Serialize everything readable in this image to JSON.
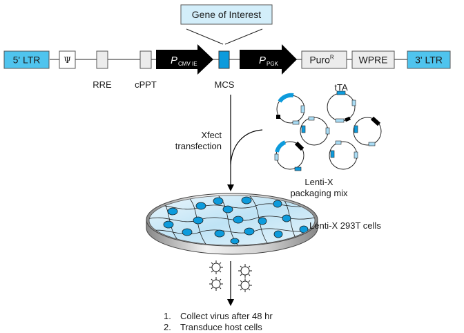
{
  "colors": {
    "ltr_blue": "#4fc4ee",
    "mcs_blue": "#0d9bdc",
    "gene_box": "#d3eefa",
    "element_gray": "#ececec",
    "promoter_black": "#000000",
    "backbone": "#6d6d6d",
    "light_blue_segment": "#a9dcf4",
    "dish_fill": "#d8eef8"
  },
  "gene_of_interest": {
    "label": "Gene of Interest"
  },
  "vector": {
    "elements": [
      {
        "id": "ltr5",
        "label": "5' LTR",
        "type": "box"
      },
      {
        "id": "psi",
        "label": "Ψ",
        "type": "box"
      },
      {
        "id": "rre",
        "label": "RRE",
        "type": "box"
      },
      {
        "id": "cppt",
        "label": "cPPT",
        "type": "box"
      },
      {
        "id": "pcmv",
        "label": "P",
        "sub": "CMV IE",
        "type": "promoter-arrow"
      },
      {
        "id": "mcs",
        "label": "MCS",
        "type": "box"
      },
      {
        "id": "ppgk",
        "label": "P",
        "sub": "PGK",
        "type": "promoter-arrow"
      },
      {
        "id": "puro",
        "label": "Puro",
        "sup": "R",
        "type": "box"
      },
      {
        "id": "wpre",
        "label": "WPRE",
        "type": "box"
      },
      {
        "id": "ltr3",
        "label": "3' LTR",
        "type": "box"
      }
    ]
  },
  "labels": {
    "rre": "RRE",
    "cppt": "cPPT",
    "mcs": "MCS",
    "transfection_line1": "Xfect",
    "transfection_line2": "transfection",
    "tta": "tTA",
    "packaging_line1": "Lenti-X",
    "packaging_line2": "packaging mix",
    "cells": "Lenti-X 293T cells"
  },
  "steps": [
    {
      "num": "1.",
      "text": "Collect virus after 48 hr"
    },
    {
      "num": "2.",
      "text": "Transduce host cells"
    }
  ]
}
